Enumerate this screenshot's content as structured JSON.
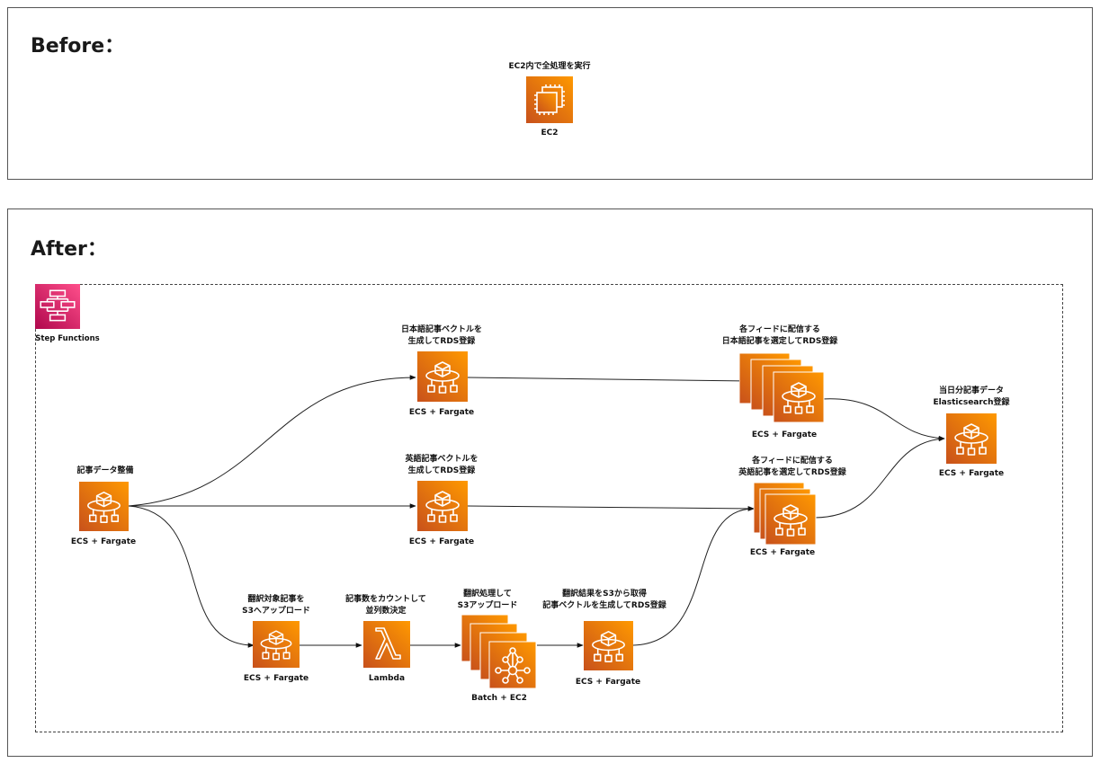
{
  "before": {
    "title": "Before：",
    "ec2_top_label": "EC2内で全処理を実行",
    "ec2_caption": "EC2"
  },
  "after": {
    "title": "After：",
    "step_functions_label": "Step Functions",
    "nodes": {
      "prep": {
        "top": "記事データ整備",
        "caption": "ECS + Fargate"
      },
      "ja_vec": {
        "top1": "日本語記事ベクトルを",
        "top2": "生成してRDS登録",
        "caption": "ECS + Fargate"
      },
      "en_vec": {
        "top1": "英語記事ベクトルを",
        "top2": "生成してRDS登録",
        "caption": "ECS + Fargate"
      },
      "ja_feed": {
        "top1": "各フィードに配信する",
        "top2": "日本語記事を選定してRDS登録",
        "caption": "ECS + Fargate"
      },
      "en_feed": {
        "top1": "各フィードに配信する",
        "top2": "英語記事を選定してRDS登録",
        "caption": "ECS + Fargate"
      },
      "es": {
        "top1": "当日分記事データ",
        "top2": "Elasticsearch登録",
        "caption": "ECS + Fargate"
      },
      "upload": {
        "top1": "翻訳対象記事を",
        "top2": "S3へアップロード",
        "caption": "ECS + Fargate"
      },
      "lambda": {
        "top1": "記事数をカウントして",
        "top2": "並列数決定",
        "caption": "Lambda"
      },
      "batch": {
        "top1": "翻訳処理して",
        "top2": "S3アップロード",
        "caption": "Batch + EC2"
      },
      "translate_vec": {
        "top1": "翻訳結果をS3から取得",
        "top2": "記事ベクトルを生成してRDS登録",
        "caption": "ECS + Fargate"
      }
    }
  },
  "colors": {
    "aws_orange_light": "#F78E04",
    "aws_orange_dark": "#D05C17",
    "step_functions_light": "#E7157B",
    "step_functions_dark": "#B0084D"
  },
  "icons": {
    "ec2": "ec2-chip-icon",
    "fargate": "fargate-icon",
    "lambda": "lambda-icon",
    "batch": "batch-icon",
    "step_functions": "step-functions-icon"
  }
}
